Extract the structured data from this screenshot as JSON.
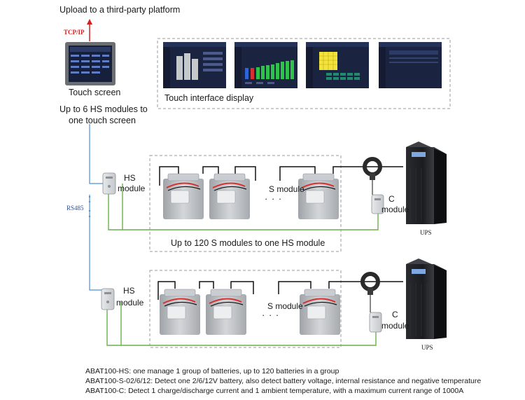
{
  "upload_label": "Upload to a third-party platform",
  "tcpip_label": "TCP/IP",
  "touch_screen_label": "Touch screen",
  "hs_limit_label_line1": "Up to 6 HS modules to",
  "hs_limit_label_line2": "one touch screen",
  "touch_interface_label": "Touch interface display",
  "rs485_label": "RS485",
  "s_limit_label": "Up to 120 S modules to one HS module",
  "row1": {
    "hs_line1": "HS",
    "hs_line2": "module",
    "s_label": "S module",
    "c_line1": "C",
    "c_line2": "module",
    "ups": "UPS"
  },
  "row2": {
    "hs_line1": "HS",
    "hs_line2": "module",
    "s_label": "S module",
    "c_line1": "C",
    "c_line2": "module",
    "ups": "UPS"
  },
  "ellipsis": "· · ·",
  "legend": [
    "ABAT100-HS: one manage 1 group of batteries, up to 120 batteries in a group",
    "ABAT100-S-02/6/12: Detect one 2/6/12V battery, also detect battery voltage, internal resistance and negative temperature",
    "ABAT100-C: Detect 1 charge/discharge current and 1 ambient temperature, with a maximum current range of 1000A"
  ],
  "colors": {
    "rs485_wire": "#4a90d9",
    "sense_wire": "#6ab04c",
    "arrow": "#d62020",
    "tcpip": "#d62020",
    "dashed_box": "#9a9a9a",
    "battery_body": "#b9bcbf",
    "ups_body": "#1e1f22",
    "screen_bg": "#17203a"
  },
  "icons": [
    "touch-screen-icon",
    "hs-module-icon",
    "battery-icon",
    "current-clamp-icon",
    "c-module-icon",
    "ups-cabinet-icon"
  ]
}
